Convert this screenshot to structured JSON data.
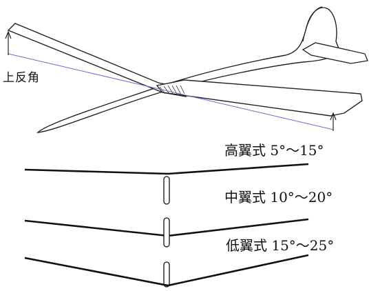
{
  "figure": {
    "dihedral_label": "上反角",
    "configs": [
      {
        "label": "高翼式 5°～15°"
      },
      {
        "label": "中翼式 10°～20°"
      },
      {
        "label": "低翼式 15°～25°"
      }
    ]
  }
}
